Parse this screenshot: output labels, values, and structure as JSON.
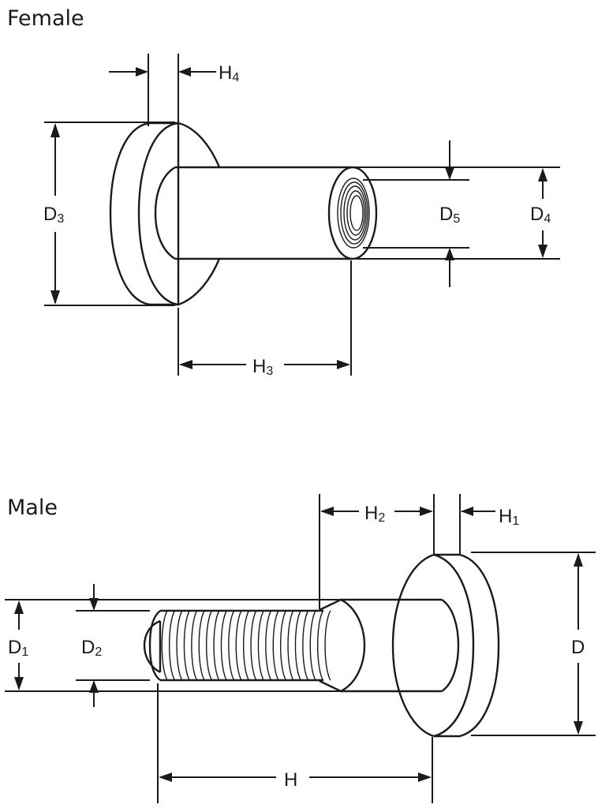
{
  "female": {
    "title": "Female",
    "labels": {
      "H4": {
        "main": "H",
        "sub": "4"
      },
      "D3": {
        "main": "D",
        "sub": "3"
      },
      "D5": {
        "main": "D",
        "sub": "5"
      },
      "D4": {
        "main": "D",
        "sub": "4"
      },
      "H3": {
        "main": "H",
        "sub": "3"
      }
    }
  },
  "male": {
    "title": "Male",
    "labels": {
      "H2": {
        "main": "H",
        "sub": "2"
      },
      "H1": {
        "main": "H",
        "sub": "1"
      },
      "D1": {
        "main": "D",
        "sub": "1"
      },
      "D2": {
        "main": "D",
        "sub": "2"
      },
      "D": {
        "main": "D",
        "sub": ""
      },
      "H": {
        "main": "H",
        "sub": ""
      }
    }
  },
  "colors": {
    "line": "#1a1a1a",
    "background": "#ffffff"
  }
}
